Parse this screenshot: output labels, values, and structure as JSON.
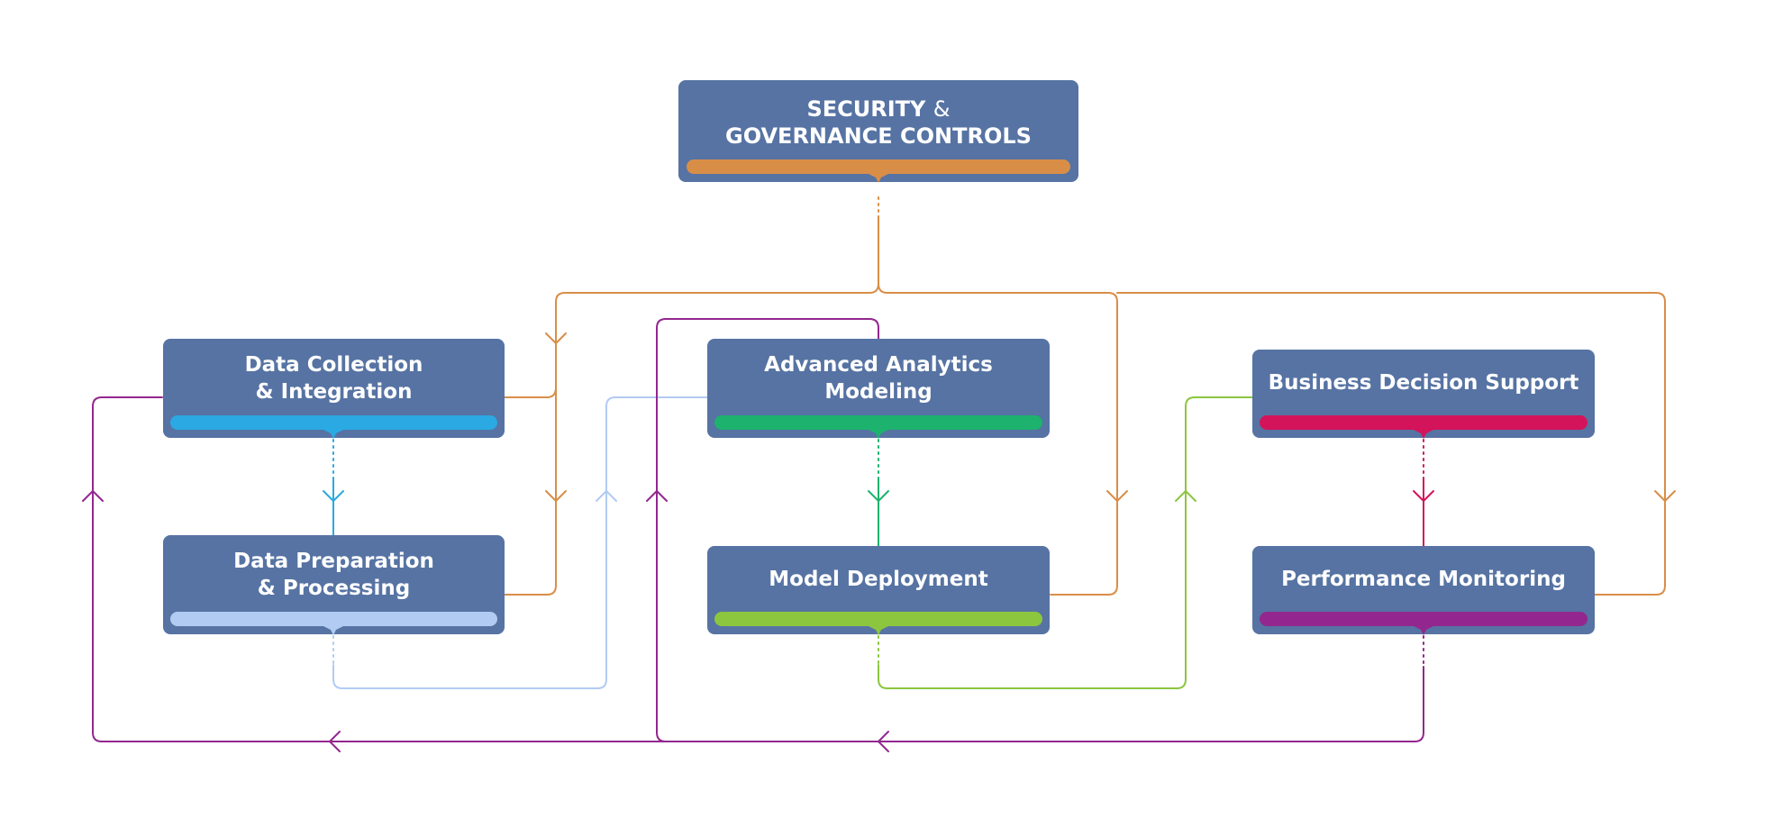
{
  "diagram": {
    "nodes": {
      "security": {
        "line1_bold": "SECURITY",
        "line1_amp": "&",
        "line2": "GOVERNANCE CONTROLS",
        "accent": "#d98e48"
      },
      "collection": {
        "line1": "Data Collection",
        "line2": "& Integration",
        "accent": "#2aa9e3"
      },
      "preparation": {
        "line1": "Data Preparation",
        "line2": "& Processing",
        "accent": "#b2cbf3"
      },
      "analytics": {
        "line1": "Advanced Analytics",
        "line2": "Modeling",
        "accent": "#1db26e"
      },
      "deployment": {
        "line1": "Model Deployment",
        "accent": "#8cc63f"
      },
      "decision": {
        "line1": "Business Decision Support",
        "accent": "#d4145a"
      },
      "monitoring": {
        "line1": "Performance Monitoring",
        "accent": "#93278f"
      }
    },
    "colors": {
      "node_fill": "#5673a3",
      "node_text": "#ffffff",
      "orange": "#d98e48",
      "blue": "#2aa9e3",
      "light_blue": "#b2cbf3",
      "green": "#1db26e",
      "lime": "#8cc63f",
      "crimson": "#d4145a",
      "purple": "#93278f"
    }
  }
}
